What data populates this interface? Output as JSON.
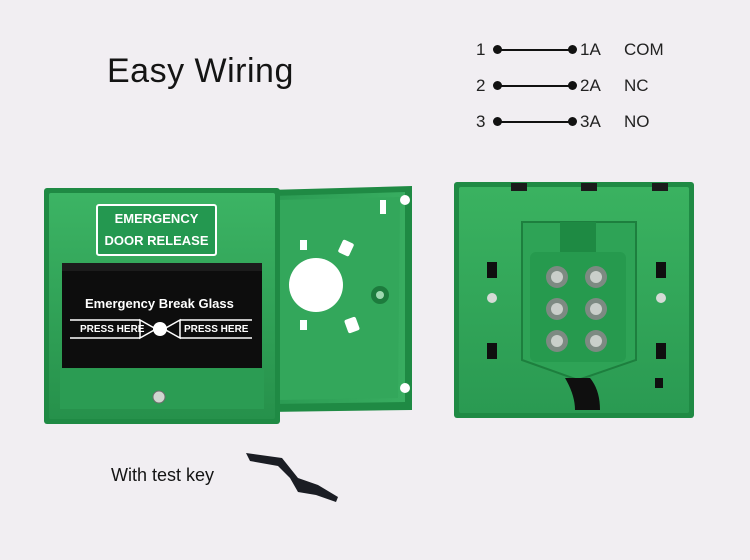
{
  "title": "Easy Wiring",
  "wiring": [
    {
      "left": "1",
      "right": "1A",
      "label": "COM"
    },
    {
      "left": "2",
      "right": "2A",
      "label": "NC"
    },
    {
      "left": "3",
      "right": "3A",
      "label": "NO"
    }
  ],
  "device": {
    "label_line1": "EMERGENCY",
    "label_line2": "DOOR RELEASE",
    "glass_text": "Emergency Break Glass",
    "press_left": "PRESS HERE",
    "press_right": "PRESS HERE"
  },
  "caption": "With test key",
  "colors": {
    "background": "#f1eef2",
    "device_green": "#2fa657",
    "device_dark_green": "#1f7d3f",
    "glass_black": "#0d0d0d"
  }
}
